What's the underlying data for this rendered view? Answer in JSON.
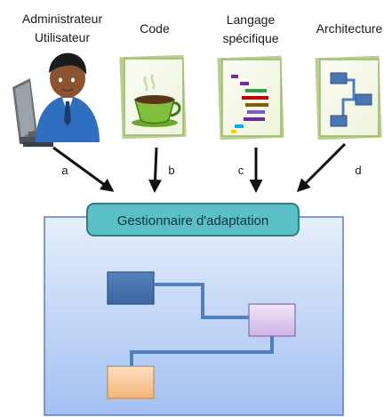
{
  "sources": [
    {
      "id": "user",
      "label_lines": [
        "Administrateur",
        "Utilisateur"
      ],
      "icon": "user-at-computer-icon"
    },
    {
      "id": "code",
      "label_lines": [
        "Code"
      ],
      "icon": "coffee-cup-icon"
    },
    {
      "id": "dsl",
      "label_lines": [
        "Langage",
        "spécifique"
      ],
      "icon": "colored-code-lines-icon"
    },
    {
      "id": "arch",
      "label_lines": [
        "Architecture"
      ],
      "icon": "architecture-boxes-icon"
    }
  ],
  "edges": [
    {
      "label": "a"
    },
    {
      "label": "b"
    },
    {
      "label": "c"
    },
    {
      "label": "d"
    }
  ],
  "manager": {
    "title": "Gestionnaire d'adaptation"
  },
  "colors": {
    "panel_top": "#e3ecfa",
    "panel_bottom": "#a4c2f2",
    "panel_border": "#5a7fb8",
    "title_fill": "#5bbfc6",
    "title_border": "#2e7d88",
    "box_blue": "#4a75b0",
    "box_purple": "#dcc8ec",
    "box_orange": "#f8c08a",
    "connector": "#4f80bd"
  }
}
